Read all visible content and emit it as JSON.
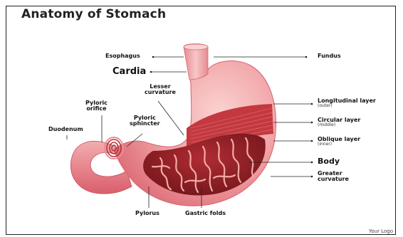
{
  "title": "Anatomy of Stomach",
  "logo": "Your Logo",
  "labels": {
    "esophagus": "Esophagus",
    "cardia": "Cardia",
    "lesser_curvature_1": "Lesser",
    "lesser_curvature_2": "curvature",
    "pyloric_orifice_1": "Pyloric",
    "pyloric_orifice_2": "orifice",
    "pyloric_sphincter_1": "Pyloric",
    "pyloric_sphincter_2": "sphincter",
    "duodenum": "Duodenum",
    "pylorus": "Pylorus",
    "gastric_folds": "Gastric folds",
    "fundus": "Fundus",
    "longitudinal_1": "Longitudinal layer",
    "longitudinal_2": "(outer)",
    "circular_1": "Circular layer",
    "circular_2": "(middle)",
    "oblique_1": "Oblique layer",
    "oblique_2": "(inner)",
    "body": "Body",
    "greater_1": "Greater",
    "greater_2": "curvature"
  },
  "colors": {
    "stomach_outer": "#e8868f",
    "stomach_light": "#f6b7b8",
    "muscle": "#c23a3e",
    "inner": "#8a1f24",
    "folds": "#f0a7a3"
  }
}
